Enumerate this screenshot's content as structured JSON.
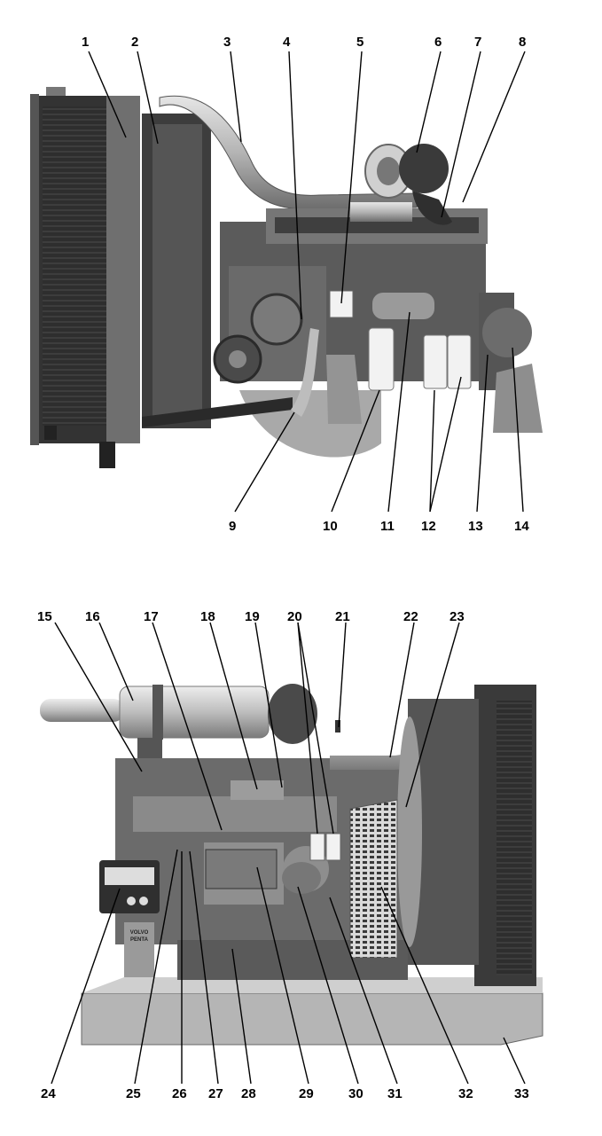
{
  "top_figure": {
    "callouts": [
      "1",
      "2",
      "3",
      "4",
      "5",
      "6",
      "7",
      "8",
      "9",
      "10",
      "11",
      "12",
      "13",
      "14"
    ]
  },
  "bottom_figure": {
    "callouts": [
      "15",
      "16",
      "17",
      "18",
      "19",
      "20",
      "21",
      "22",
      "23",
      "24",
      "25",
      "26",
      "27",
      "28",
      "29",
      "30",
      "31",
      "32",
      "33"
    ],
    "panel_logo_text": [
      "VOLVO",
      "PENTA"
    ]
  },
  "colors": {
    "ink": "#000000",
    "engine_dark": "#4a4a4a",
    "engine_mid": "#8a8a8a",
    "engine_light": "#c8c8c8",
    "filter_white": "#f2f2f2"
  }
}
